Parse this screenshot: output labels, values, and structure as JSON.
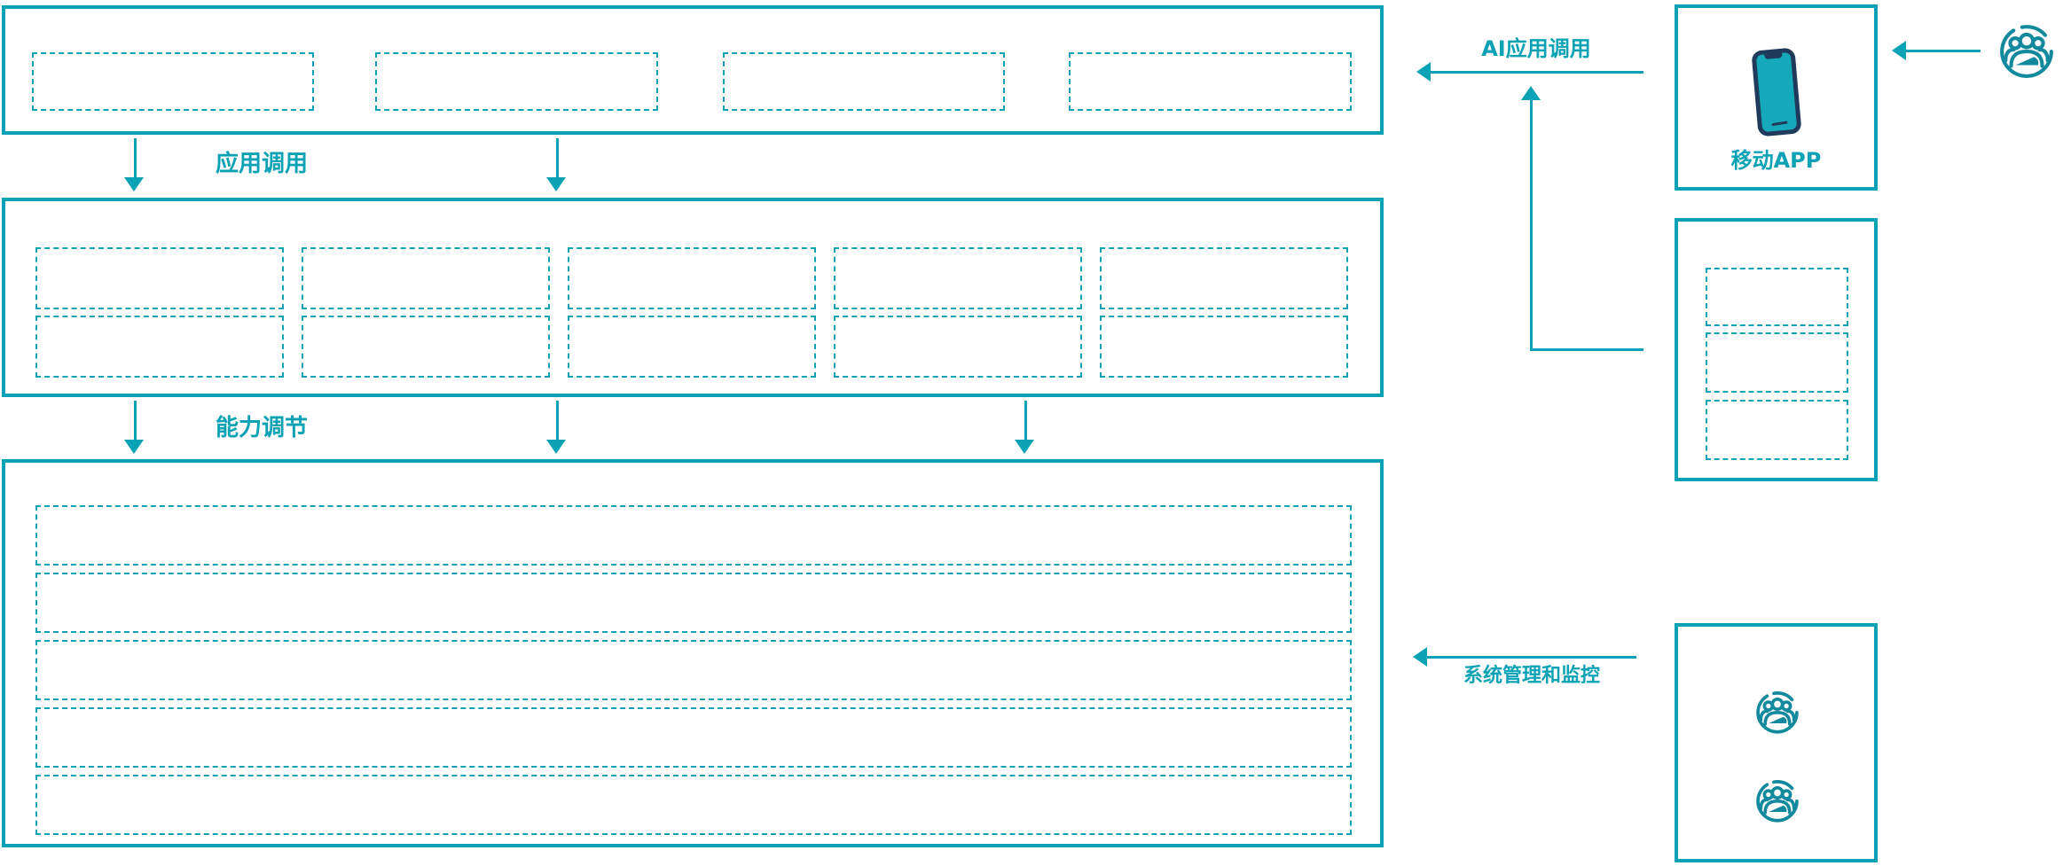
{
  "diagram": {
    "labels": {
      "app_call": "应用调用",
      "capability_adjust": "能力调节",
      "ai_app_call": "AI应用调用",
      "mobile_app": "移动APP",
      "system_monitor": "系统管理和监控"
    },
    "colors": {
      "teal": "#0aa2b4",
      "icon_teal": "#13899e",
      "phone_fill": "#16a9bc",
      "phone_outline": "#1f3a5a"
    },
    "panels": {
      "top_band": {
        "placeholder_count": 4
      },
      "middle_band": {
        "placeholder_rows": 2,
        "placeholder_cols": 5
      },
      "bottom_band": {
        "placeholder_rows": 5
      },
      "right_stack": {
        "placeholder_count": 3
      }
    },
    "icons": {
      "phone": "smartphone-icon",
      "users": "user-group-icon"
    }
  }
}
